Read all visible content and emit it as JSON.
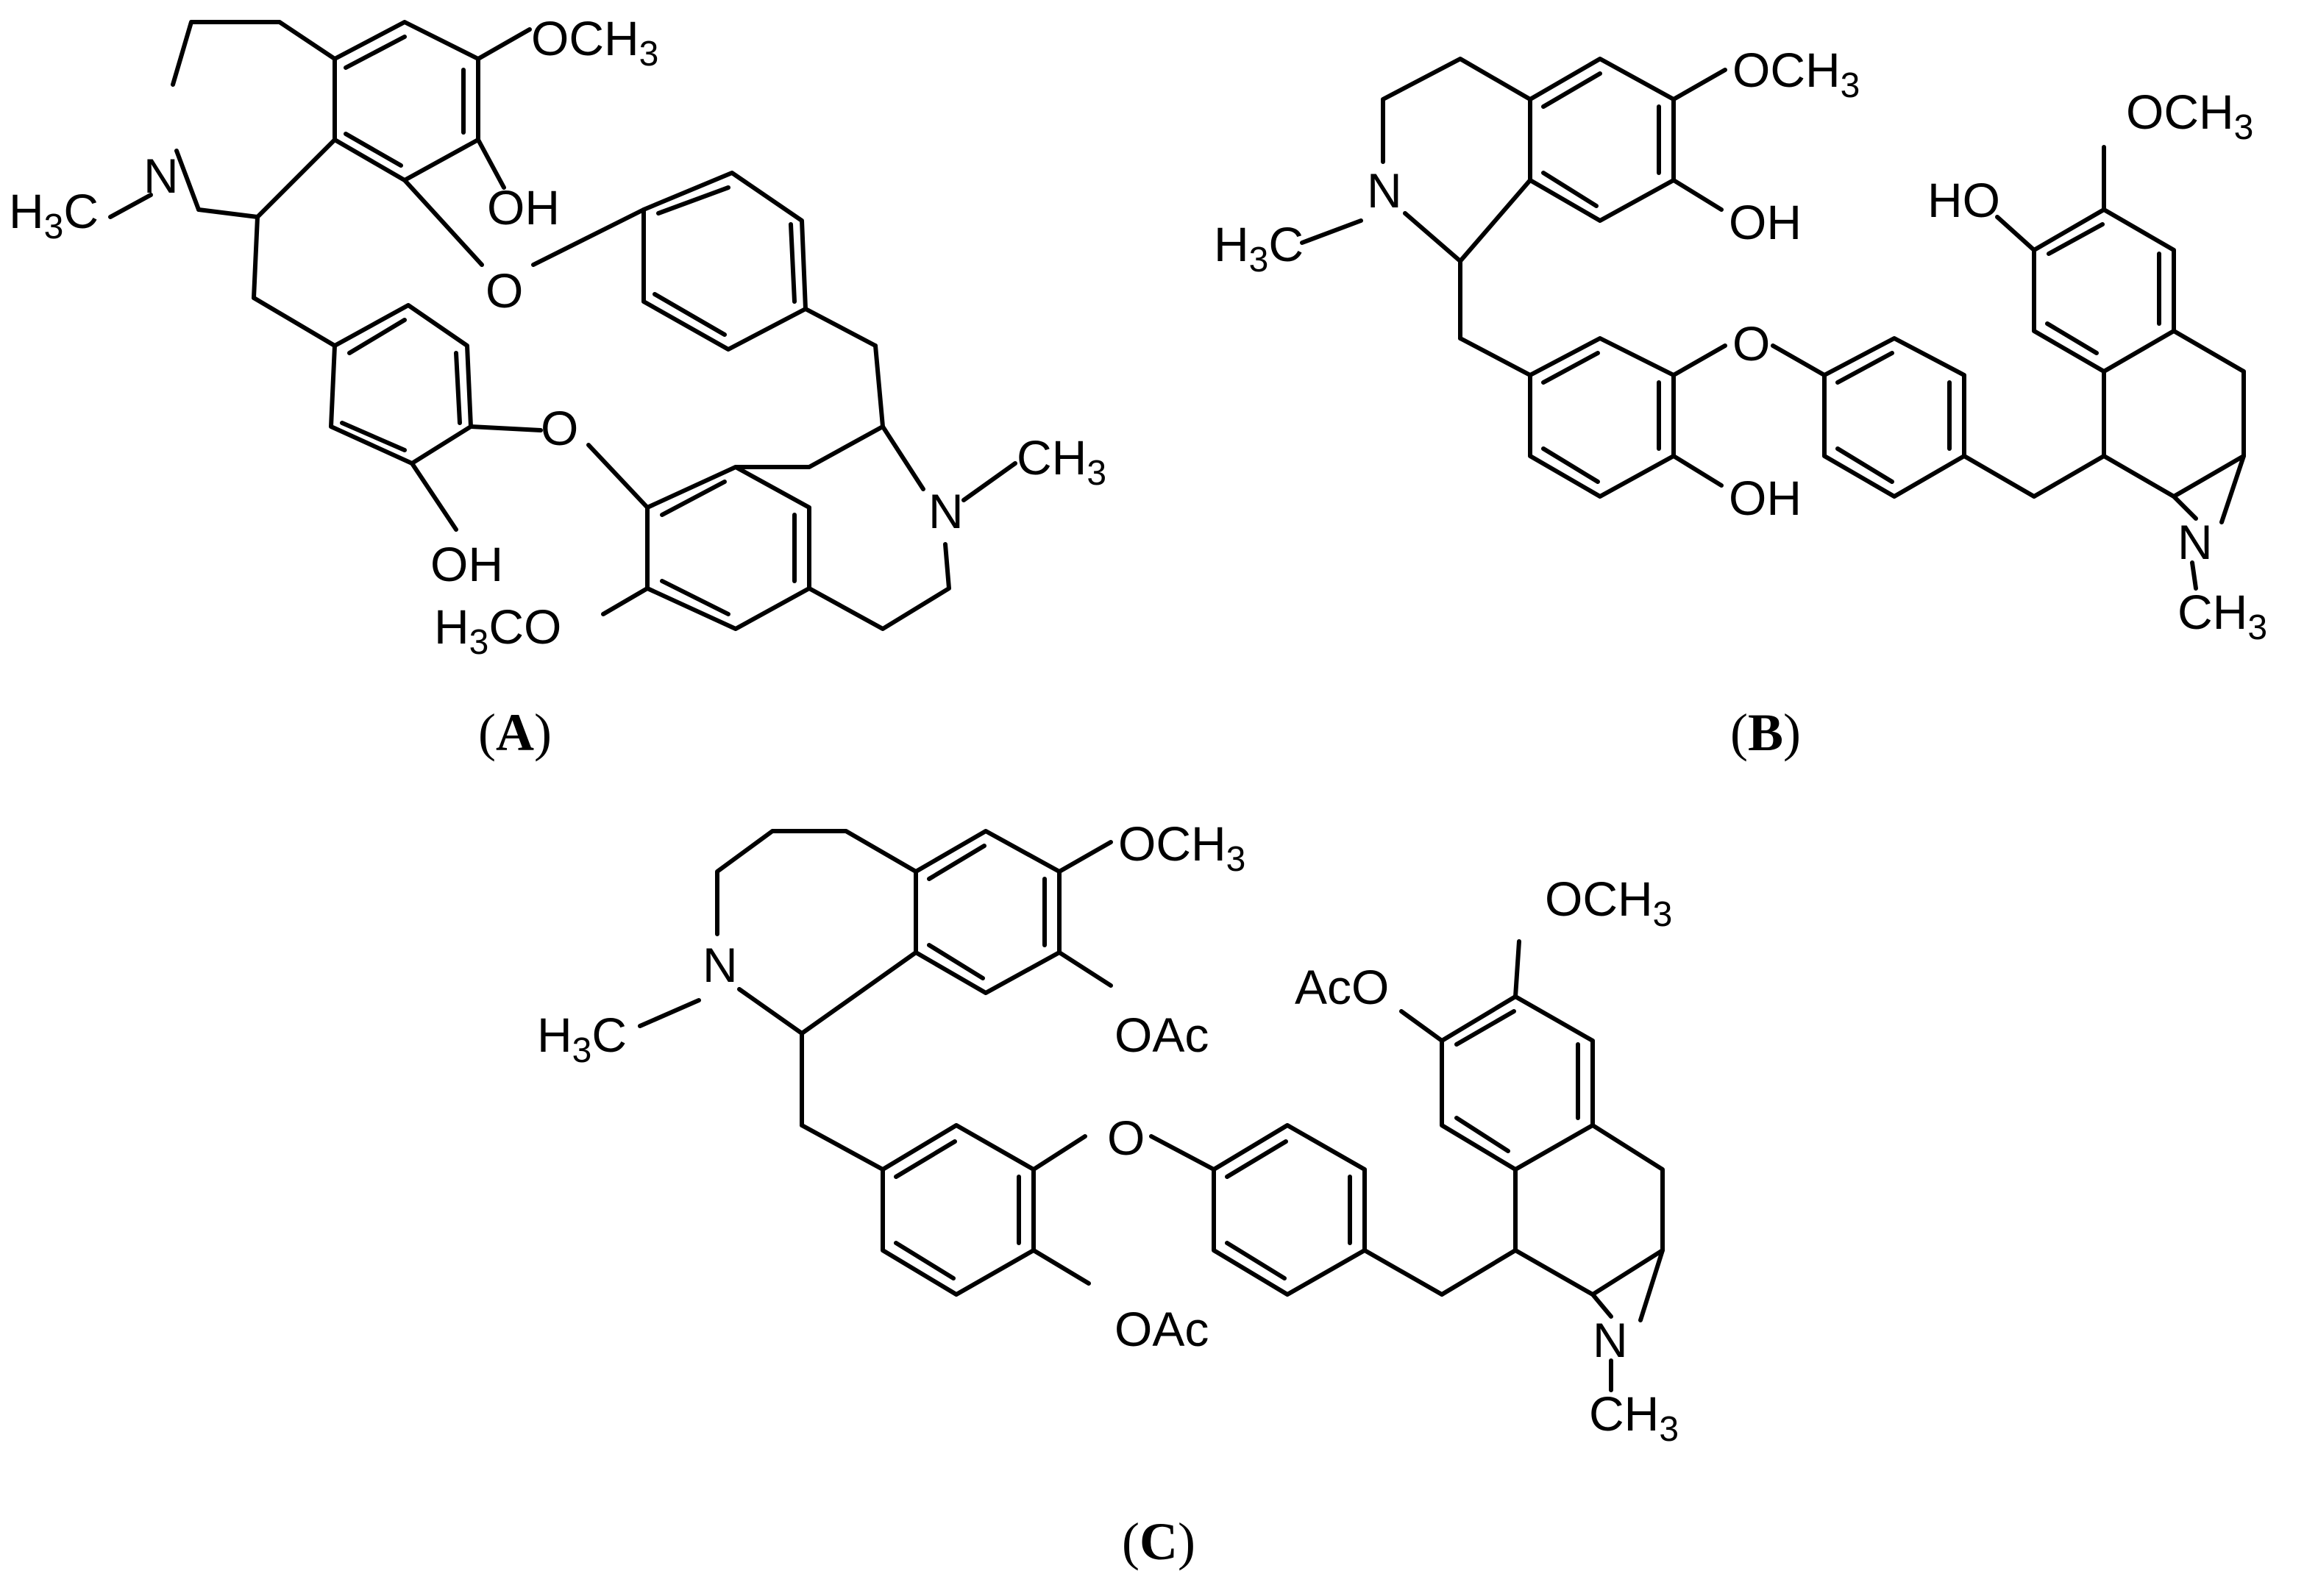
{
  "structures": [
    {
      "id": "A",
      "caption": {
        "open": "(",
        "letter": "A",
        "close": ")"
      },
      "labels": {
        "och3_top": "OCH",
        "och3_top_sub": "3",
        "oh_top": "OH",
        "n_left": "N",
        "h3c_left": "H",
        "h3c_left_sub": "3",
        "h3c_left_c": "C",
        "o_ether1": "O",
        "o_ether2": "O",
        "n_right": "N",
        "ch3_right": "CH",
        "ch3_right_sub": "3",
        "oh_bottom": "OH",
        "h3co_bottom": "H",
        "h3co_bottom_sub": "3",
        "h3co_bottom_co": "CO"
      }
    },
    {
      "id": "B",
      "caption": {
        "open": "(",
        "letter": "B",
        "close": ")"
      },
      "labels": {
        "och3_1": "OCH",
        "och3_1_sub": "3",
        "oh_1": "OH",
        "n_left": "N",
        "h3c": "H",
        "h3c_sub": "3",
        "h3c_c": "C",
        "o_ether": "O",
        "oh_2": "OH",
        "och3_2": "OCH",
        "och3_2_sub": "3",
        "ho": "HO",
        "n_right": "N",
        "ch3": "CH",
        "ch3_sub": "3"
      }
    },
    {
      "id": "C",
      "caption": {
        "open": "(",
        "letter": "C",
        "close": ")"
      },
      "labels": {
        "och3_1": "OCH",
        "och3_1_sub": "3",
        "oac_1": "OAc",
        "n_left": "N",
        "h3c": "H",
        "h3c_sub": "3",
        "h3c_c": "C",
        "o_ether": "O",
        "oac_2": "OAc",
        "och3_2": "OCH",
        "och3_2_sub": "3",
        "aco": "AcO",
        "n_right": "N",
        "ch3": "CH",
        "ch3_sub": "3"
      }
    }
  ]
}
